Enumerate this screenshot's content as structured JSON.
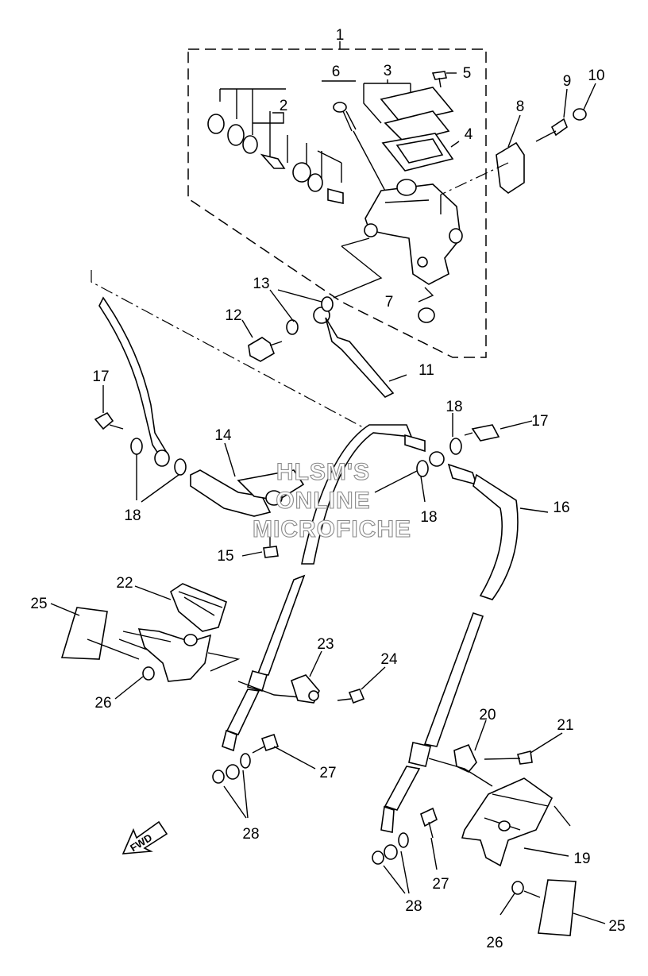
{
  "diagram": {
    "labels": [
      "1",
      "2",
      "3",
      "4",
      "5",
      "6",
      "7",
      "8",
      "9",
      "10",
      "11",
      "12",
      "13",
      "14",
      "15",
      "16",
      "17",
      "17",
      "18",
      "18",
      "18",
      "19",
      "20",
      "21",
      "22",
      "23",
      "24",
      "25",
      "25",
      "26",
      "26",
      "27",
      "27",
      "28",
      "28"
    ],
    "watermark": [
      "HLSM'S",
      "ONLINE",
      "MICROFICHE"
    ],
    "direction_arrow": "FWD"
  }
}
